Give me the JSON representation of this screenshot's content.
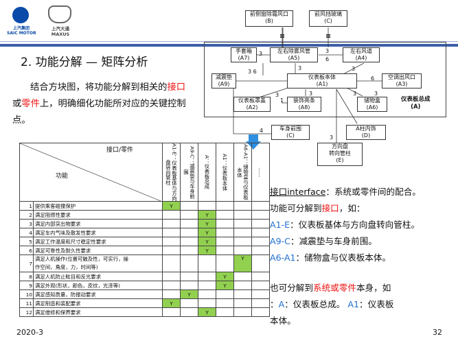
{
  "header": {
    "logo1_text": "上汽集团\nSAIC MOTOR",
    "logo1_line1": "上汽集团",
    "logo1_line2": "SAIC MOTOR",
    "logo2_line1": "上汽大通",
    "logo2_line2": "MAXUS"
  },
  "slide_title": "2. 功能分解 — 矩阵分析",
  "intro": {
    "part1": "结合方块图，将功能分解到相关的",
    "red1": "接口",
    "mid": "或",
    "red2": "零件",
    "part2": "上，明确细化功能所对应的关键控制点。"
  },
  "diagram": {
    "nodes": {
      "front_side_window": {
        "name": "前侧窗除霜风口",
        "code": "(B)"
      },
      "windshield": {
        "name": "前风挡玻璃",
        "code": "(C)"
      },
      "glove_box": {
        "name": "手套箱",
        "code": "(A7)"
      },
      "lr_defrost_duct": {
        "name": "左右除雾风管",
        "code": "(A5)"
      },
      "lr_air_duct": {
        "name": "左右风道",
        "code": "(A4)"
      },
      "damper_pad": {
        "name": "减震垫",
        "code": "(A9)"
      },
      "ip_body": {
        "name": "仪表板本体",
        "code": "(A1)"
      },
      "ac_outlet": {
        "name": "空调出风口",
        "code": "(A3)"
      },
      "ip_cover": {
        "name": "仪表板罩盖",
        "code": "(A2)"
      },
      "trim_panel": {
        "name": "装饰亮条",
        "code": "(A8)"
      },
      "storage_box": {
        "name": "储物盒",
        "code": "(A6)"
      },
      "body_front_wall": {
        "name": "车身前围",
        "code": "(C)"
      },
      "a_pillar_trim": {
        "name": "A柱内饰",
        "code": "(D)"
      },
      "steering_column": {
        "name": "方向盘\n转向管柱",
        "name1": "方向盘",
        "name2": "转向管柱",
        "code": "(E)"
      }
    },
    "assembly_label1": "仪表板总成",
    "assembly_label2": "(A)",
    "link_numbers": [
      "3",
      "6",
      "3",
      "6",
      "3 6",
      "3",
      "3",
      "3",
      "1",
      "3",
      "3",
      "3",
      "4",
      "3"
    ]
  },
  "matrix": {
    "header_label": "接口/零件",
    "func_label": "功能",
    "columns": [
      "A1-E：仪表板基体与方向盘转向管柱",
      "A9-C：减震垫与车身前围",
      "A：仪表板总成",
      "A1：仪表板本体",
      "A6-A1：储物盒与仪表板本体",
      "……"
    ],
    "rows": [
      {
        "idx": "1",
        "text": "提供乘客碰撞保护",
        "marks": [
          1,
          0,
          0,
          0,
          0,
          0
        ]
      },
      {
        "idx": "2",
        "text": "满足阻燃性要求",
        "marks": [
          0,
          0,
          1,
          0,
          0,
          0
        ]
      },
      {
        "idx": "3",
        "text": "满足内部突出物要求",
        "marks": [
          0,
          0,
          1,
          0,
          0,
          0
        ]
      },
      {
        "idx": "4",
        "text": "满足车内气味及散发性要求",
        "marks": [
          0,
          0,
          1,
          0,
          0,
          0
        ]
      },
      {
        "idx": "5",
        "text": "满足工作温度和尺寸稳定性要求",
        "marks": [
          0,
          0,
          1,
          0,
          0,
          0
        ]
      },
      {
        "idx": "6",
        "text": "满足可靠性及耐久性要求",
        "marks": [
          0,
          0,
          1,
          0,
          0,
          0
        ]
      },
      {
        "idx": "7",
        "text": "满足人机操作(位置可触及性，可实行，操作空间，角度，力，时间等)",
        "text1": "满足人机操作(位置可触及性，可实行，操",
        "text2": "作空间，角度，力，时间等)",
        "marks": [
          0,
          0,
          0,
          0,
          1,
          0
        ]
      },
      {
        "idx": "8",
        "text": "满足人机防止眩目和反光要求",
        "marks": [
          0,
          0,
          0,
          1,
          0,
          0
        ]
      },
      {
        "idx": "9",
        "text": "满足外观(形状，颜色，皮纹，光泽等)",
        "marks": [
          0,
          0,
          0,
          1,
          0,
          0
        ]
      },
      {
        "idx": "10",
        "text": "满足感知质量，防振动要求",
        "marks": [
          0,
          1,
          0,
          0,
          0,
          0
        ]
      },
      {
        "idx": "11",
        "text": "满足制造和装配要求",
        "marks": [
          1,
          0,
          0,
          0,
          0,
          0
        ]
      },
      {
        "idx": "12",
        "text": "满足维修和保养要求",
        "marks": [
          0,
          0,
          1,
          0,
          0,
          0
        ]
      }
    ]
  },
  "right_text": {
    "line1_a": "接口interface",
    "line1_b": "：系统或零件间的配合。",
    "line2_a": "功能可分解到",
    "line2_b": "接口",
    "line2_c": "，如：",
    "ex1_a": "A1-E",
    "ex1_b": "：仪表板基体与方向盘转向管柱。",
    "ex2_a": "A9-C",
    "ex2_b": "：减震垫与车身前围。",
    "ex3_a": "A6-A1",
    "ex3_b": "：储物盒与仪表板本体。",
    "line3_a": "也可分解到",
    "line3_b": "系统或零件",
    "line3_c": "本身，如",
    "line4_a": "：",
    "line4_b": "A",
    "line4_c": "：仪表板总成。 ",
    "line4_d": "A1",
    "line4_e": "：仪表板",
    "line5": "本体。"
  },
  "footer": {
    "date": "2020-3",
    "page": "32"
  },
  "colors": {
    "accent_blue": "#3b5fa8",
    "mark_green": "#92d050",
    "red": "#e11111",
    "blue_text": "#1f6fd1"
  }
}
